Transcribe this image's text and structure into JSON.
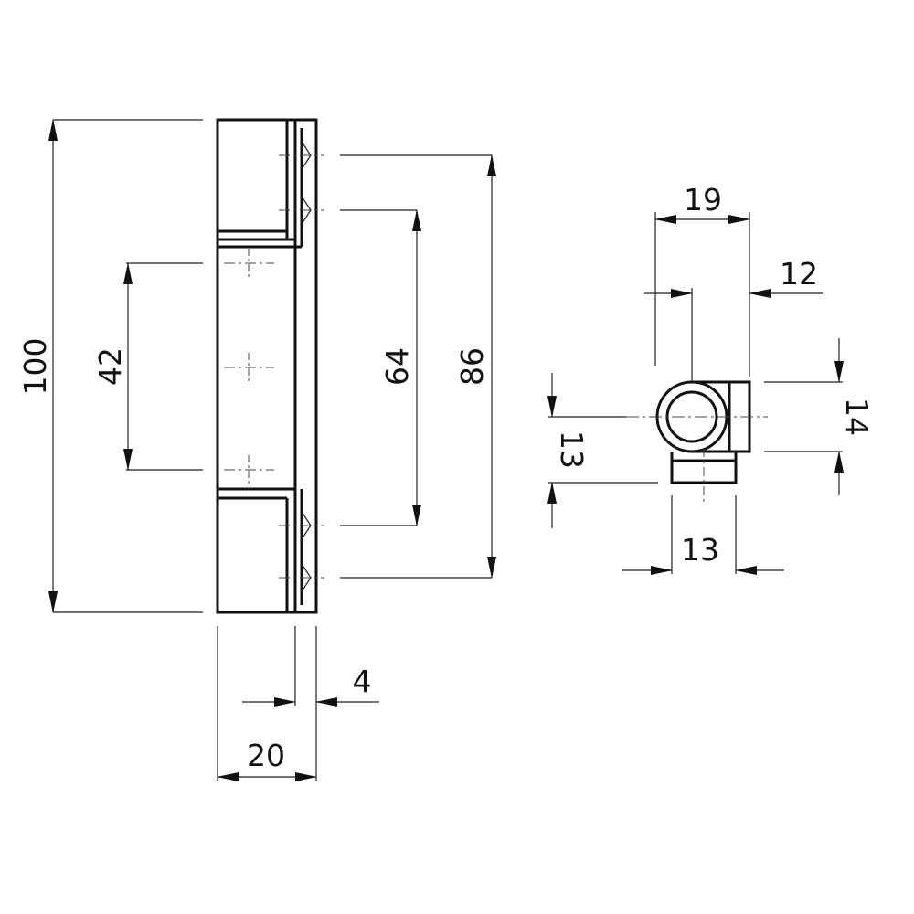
{
  "drawing": {
    "stroke_color": "#111111",
    "background_color": "#ffffff"
  },
  "dimensions": {
    "overall_height": "100",
    "hole_spacing_inner": "42",
    "hole_spacing_mid": "64",
    "hole_spacing_outer": "86",
    "leaf_thickness": "4",
    "overall_width": "20",
    "top_width": "19",
    "pin_offset": "12",
    "barrel_height": "14",
    "base_height": "13",
    "base_width": "13"
  }
}
